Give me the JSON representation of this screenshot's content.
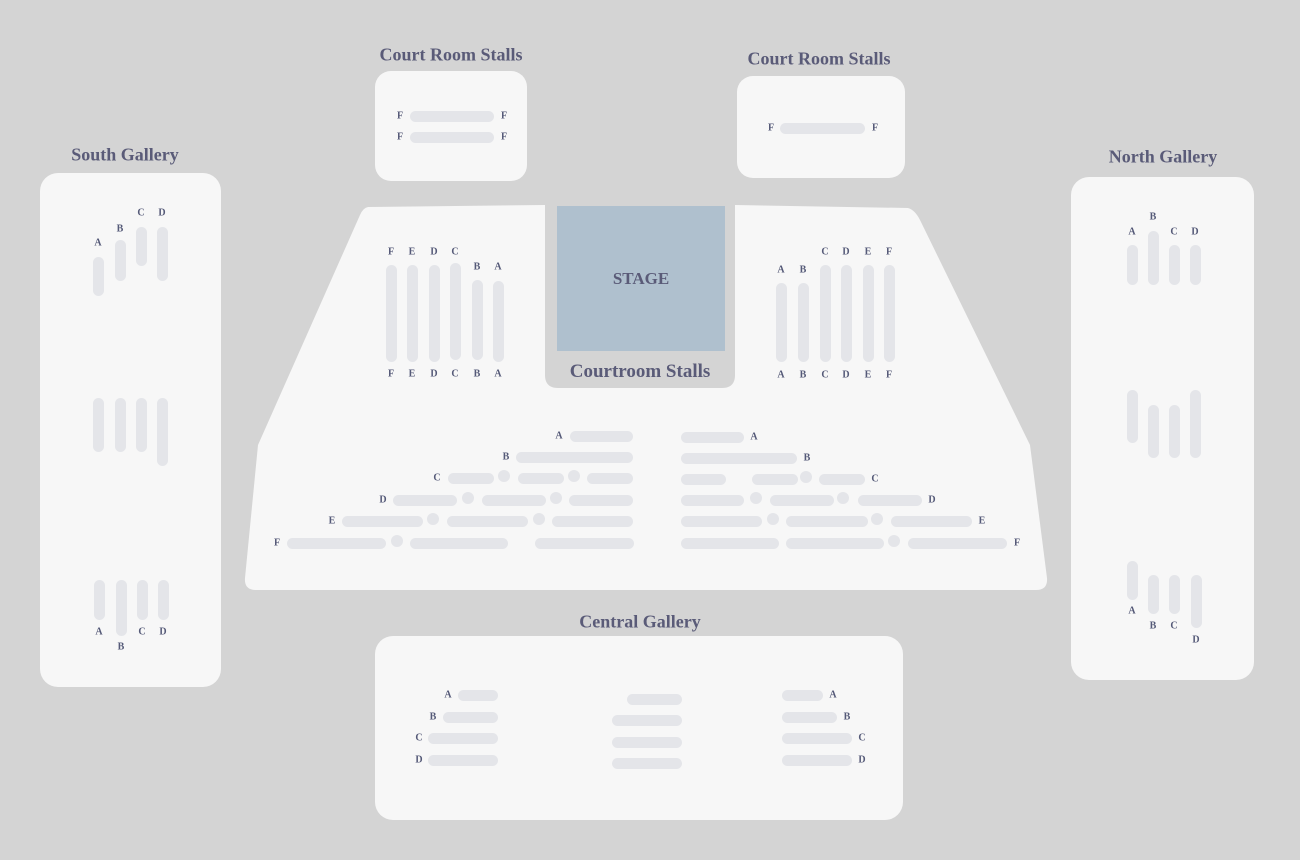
{
  "court_room_stalls_left": {
    "title": "Court Room Stalls",
    "row_labels_left": [
      "F",
      "F"
    ],
    "row_labels_right": [
      "F",
      "F"
    ]
  },
  "court_room_stalls_right": {
    "title": "Court Room Stalls",
    "row_labels_left": [
      "F"
    ],
    "row_labels_right": [
      "F"
    ]
  },
  "south_gallery": {
    "title": "South Gallery",
    "top_labels": [
      "A",
      "B",
      "C",
      "D"
    ],
    "bottom_labels": [
      "A",
      "B",
      "C",
      "D"
    ]
  },
  "north_gallery": {
    "title": "North Gallery",
    "top_labels": [
      "A",
      "B",
      "C",
      "D"
    ],
    "bottom_labels": [
      "A",
      "B",
      "C",
      "D"
    ]
  },
  "courtroom_stalls": {
    "title": "Courtroom Stalls",
    "stage_label": "STAGE",
    "left_columns": [
      "F",
      "E",
      "D",
      "C",
      "B",
      "A"
    ],
    "right_columns": [
      "A",
      "B",
      "C",
      "D",
      "E",
      "F"
    ],
    "left_rows": [
      "A",
      "B",
      "C",
      "D",
      "E",
      "F"
    ],
    "right_rows": [
      "A",
      "B",
      "C",
      "D",
      "E",
      "F"
    ]
  },
  "central_gallery": {
    "title": "Central Gallery",
    "left_rows": [
      "A",
      "B",
      "C",
      "D"
    ],
    "right_rows": [
      "A",
      "B",
      "C",
      "D"
    ]
  },
  "colors": {
    "background": "#d4d4d4",
    "panel": "#f7f7f7",
    "seat": "#e4e5e9",
    "stage": "#afc0ce",
    "label": "#555a78"
  }
}
